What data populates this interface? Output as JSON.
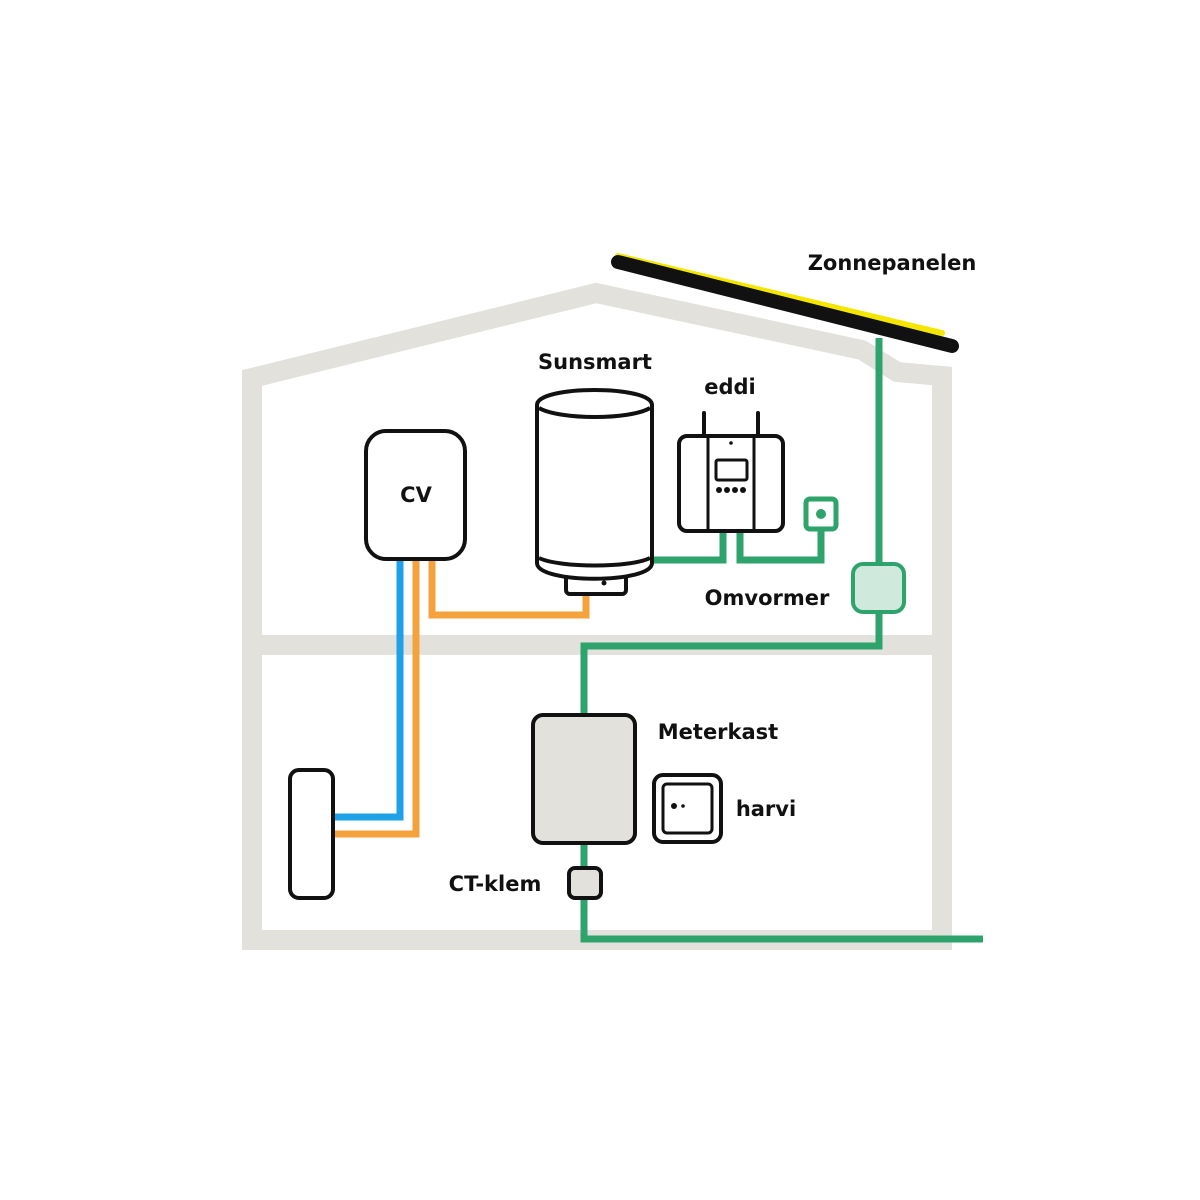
{
  "labels": {
    "zonnepanelen": "Zonnepanelen",
    "sunsmart": "Sunsmart",
    "eddi": "eddi",
    "cv": "CV",
    "omvormer": "Omvormer",
    "meterkast": "Meterkast",
    "harvi": "harvi",
    "ct_klem": "CT-klem"
  },
  "colors": {
    "house_wall": "#e2e1dc",
    "outline": "#111111",
    "solar_panel": "#111111",
    "solar_highlight": "#f5e600",
    "electric_cable": "#2ea36b",
    "inverter_fill": "#cfe9dc",
    "water_cold": "#1ea1e6",
    "water_hot": "#f4a23c",
    "meter_fill": "#e2e1dc"
  },
  "icons": {
    "solar_panel": "solar-panel-icon",
    "boiler": "water-boiler-icon",
    "eddi": "eddi-diverter-icon",
    "socket": "wall-socket-icon",
    "inverter": "inverter-icon",
    "cv": "central-heating-icon",
    "radiator": "radiator-icon",
    "meter": "meter-cabinet-icon",
    "harvi": "harvi-sensor-icon",
    "ct_clamp": "ct-clamp-icon"
  }
}
